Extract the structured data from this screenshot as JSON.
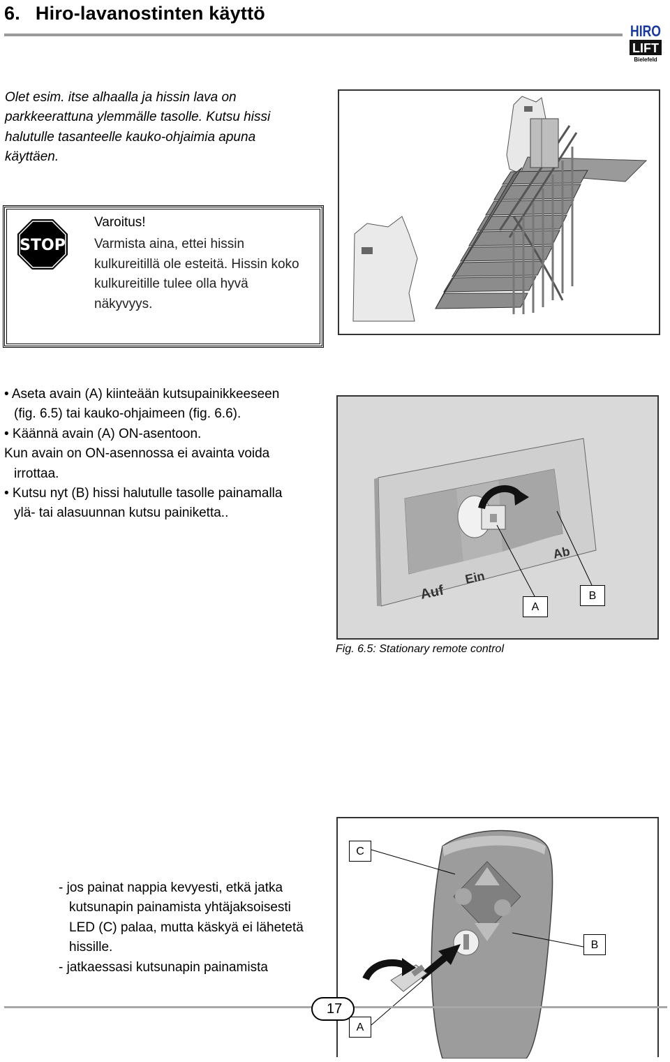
{
  "header": {
    "section_number": "6.",
    "title": "Hiro-lavanostinten käyttö",
    "logo": {
      "line1": "HIRO",
      "line2": "LIFT",
      "line3": "Bielefeld",
      "color": "#1a3a9a"
    }
  },
  "intro_text": "Olet esim. itse alhaalla ja hissin lava on parkkeerattuna ylemmälle tasolle. Kutsu hissi halutulle tasanteelle kauko-ohjaimia apuna käyttäen.",
  "warning": {
    "stop_sign": "STOP",
    "title": "Varoitus!",
    "text": "Varmista aina, ettei hissin kulkureitillä ole esteitä. Hissin koko kulkureitille tulee olla hyvä näkyvyys."
  },
  "instructions": [
    {
      "line1": "• Aseta avain (A) kiinteään kutsupainikkeeseen",
      "line2": "(fig. 6.5) tai kauko-ohjaimeen (fig. 6.6)."
    },
    {
      "line1": "• Käännä avain (A) ON-asentoon."
    },
    {
      "line1": "Kun avain on ON-asennossa ei avainta voida",
      "line2": "irrottaa."
    },
    {
      "line1": "• Kutsu nyt (B) hissi halutulle tasolle painamalla",
      "line2": "ylä- tai alasuunnan kutsu painiketta.."
    }
  ],
  "figure_65": {
    "labels": {
      "auf": "Auf",
      "ein": "Ein",
      "ab": "Ab"
    },
    "callout_a": "A",
    "callout_b": "B",
    "caption": "Fig. 6.5: Stationary remote control"
  },
  "figure_66": {
    "callout_c": "C",
    "callout_b": "B",
    "callout_a": "A"
  },
  "notes": [
    {
      "line1": "- jos painat nappia kevyesti, etkä jatka",
      "line2": "kutsunapin painamista yhtäjaksoisesti",
      "line3": "LED (C) palaa, mutta käskyä ei lähetetä",
      "line4": "hissille."
    },
    {
      "line1": "- jatkaessasi kutsunapin painamista"
    }
  ],
  "footer": {
    "page_number": "17"
  }
}
